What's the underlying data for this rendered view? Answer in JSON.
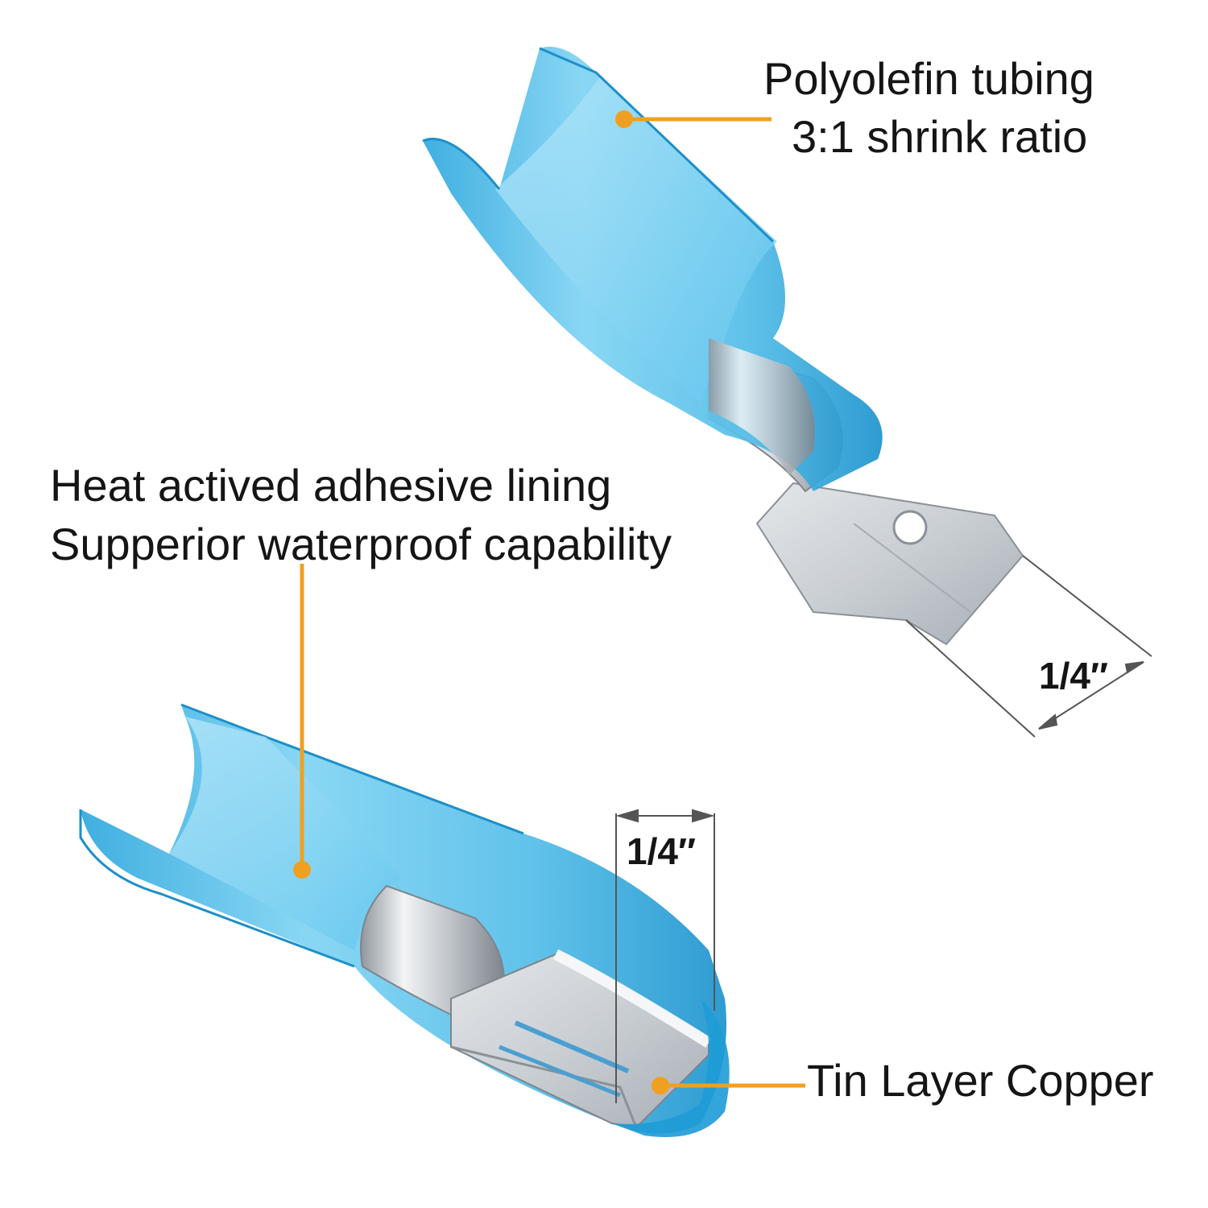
{
  "callouts": {
    "tubing_line1": "Polyolefin tubing",
    "tubing_line2": "3:1 shrink ratio",
    "adhesive_line1": "Heat actived adhesive lining",
    "adhesive_line2": "Supperior waterproof capability",
    "copper": "Tin Layer Copper"
  },
  "dimensions": {
    "male_width": "1/4″",
    "female_width": "1/4″"
  },
  "colors": {
    "callout_line": "#F0A020",
    "sleeve": "#5BC4EC",
    "sleeve_dark": "#1E9BD6",
    "metal": "#C8CDD2"
  }
}
